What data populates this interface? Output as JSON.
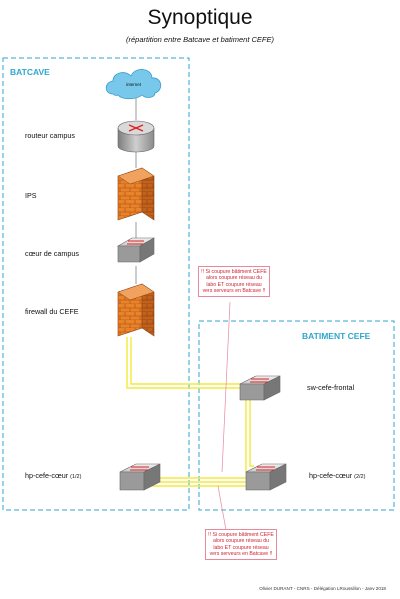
{
  "title": "Synoptique",
  "subtitle": "(répartition entre Batcave et batiment CEFE)",
  "zones": {
    "batcave": "BATCAVE",
    "batiment_cefe": "BATIMENT CEFE"
  },
  "nodes": {
    "internet": "internet",
    "routeur_campus": "routeur campus",
    "ips": "IPS",
    "coeur_campus": "cœur de campus",
    "firewall": "firewall du CEFE",
    "sw_frontal": "sw-cefe-frontal",
    "hp_coeur_1": "hp-cefe-cœur",
    "hp_coeur_1_suffix": "(1/2)",
    "hp_coeur_2": "hp-cefe-cœur",
    "hp_coeur_2_suffix": "(2/2)"
  },
  "notes": {
    "note_top": "!! Si coupure bâtiment CEFE alors coupure réseau du labo ET coupure réseau vers serveurs en Batcave !!",
    "note_bottom": "!! Si coupure bâtiment CEFE alors coupure réseau du labo ET coupure réseau vers serveurs en Batcave !!"
  },
  "footer": "Olivier DURANT - CNRS - Délégation LRoussillon - Janv 2018",
  "colors": {
    "zone_border": "#2fa6cf",
    "link_yellow": "#f2ea3a",
    "note_red": "#d01f2f",
    "firewall_orange": "#e8832a"
  },
  "icons": {
    "internet": "cloud-icon",
    "router": "router-icon",
    "firewall": "firewall-brick-icon",
    "switch": "switch-icon"
  }
}
